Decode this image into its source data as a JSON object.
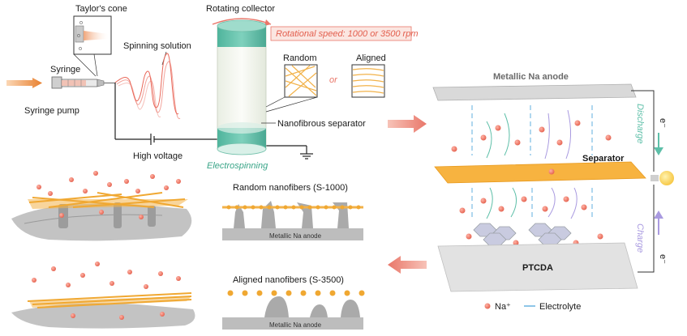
{
  "labels": {
    "taylor_cone": "Taylor's cone",
    "syringe": "Syringe",
    "syringe_pump": "Syringe pump",
    "spinning_solution": "Spinning solution",
    "rotating_collector": "Rotating collector",
    "rotational_speed": "Rotational speed: 1000 or 3500 rpm",
    "random": "Random",
    "or": "or",
    "aligned": "Aligned",
    "nanofibrous_separator": "Nanofibrous separator",
    "high_voltage": "High voltage",
    "electrospinning": "Electrospinning",
    "random_nanofibers": "Random nanofibers (S-1000)",
    "aligned_nanofibers": "Aligned nanofibers (S-3500)",
    "anode_label_1": "Metallic Na anode",
    "anode_label_2": "Metallic Na anode",
    "metallic_na_anode": "Metallic Na anode",
    "separator": "Separator",
    "ptcda": "PTCDA",
    "discharge": "Discharge",
    "charge": "Charge",
    "electron_top": "e⁻",
    "electron_bottom": "e⁻",
    "legend_na": "Na⁺",
    "legend_electrolyte": "Electrolyte"
  },
  "colors": {
    "orange": "#f5a623",
    "salmon": "#ee7b6b",
    "teal": "#5dbfa8",
    "lavender": "#a99ae0",
    "light_blue": "#8ec6e8",
    "gray": "#9e9e9e"
  }
}
